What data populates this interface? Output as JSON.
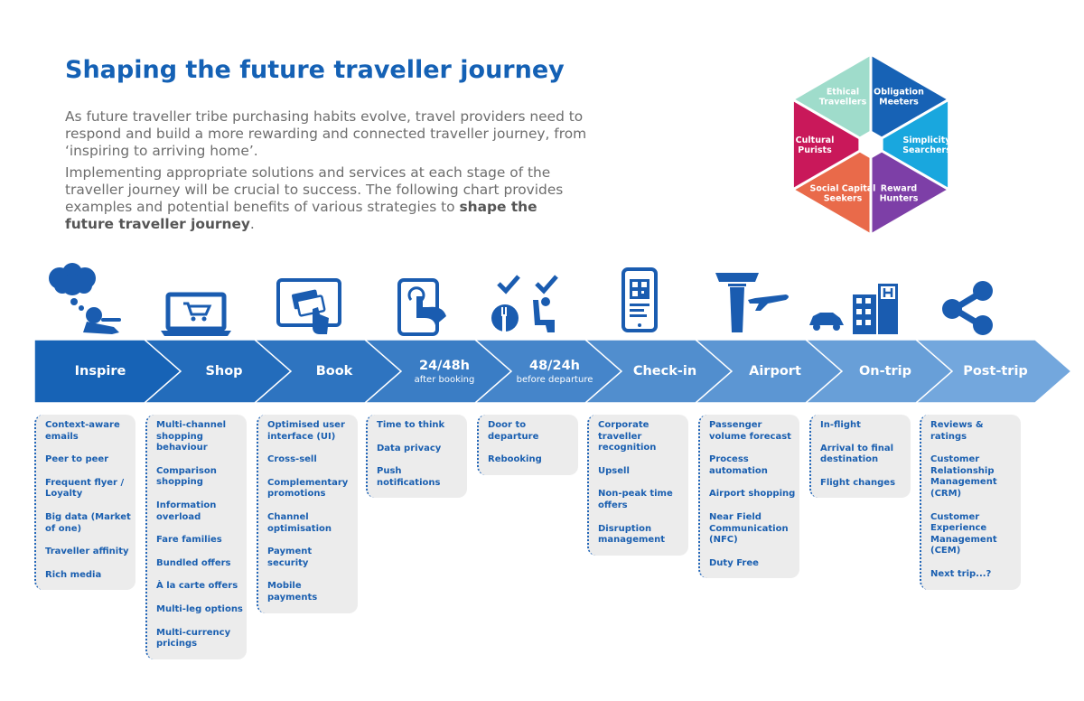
{
  "title": "Shaping the future traveller journey",
  "intro": {
    "paragraph1": "As future traveller tribe purchasing habits evolve, travel providers need to respond and build a more rewarding and connected traveller journey, from ‘inspiring to arriving home’.",
    "paragraph2_lead": "Implementing appropriate solutions and services at each stage of the traveller journey will be crucial to success. The following chart provides examples and potential benefits of various strategies to ",
    "paragraph2_bold": "shape the future traveller journey",
    "paragraph2_end": "."
  },
  "tribes": [
    {
      "line1": "Obligation",
      "line2": "Meeters",
      "color": "#1762b5"
    },
    {
      "line1": "Simplicity",
      "line2": "Searchers",
      "color": "#19a7de"
    },
    {
      "line1": "Reward",
      "line2": "Hunters",
      "color": "#7d3fa7"
    },
    {
      "line1": "Social Capital",
      "line2": "Seekers",
      "color": "#e96a4a"
    },
    {
      "line1": "Cultural",
      "line2": "Purists",
      "color": "#c9185a"
    },
    {
      "line1": "Ethical",
      "line2": "Travellers",
      "color": "#9fdccb"
    }
  ],
  "colors": {
    "title": "#1461b5",
    "stage_dark": "#1763b6",
    "stage_light": "#73a7dd",
    "icon": "#1a5cb0",
    "card_bg": "#ececec",
    "card_text": "#1a5fb0"
  },
  "stages": [
    {
      "label": "Inspire",
      "sub": "",
      "icon": "thought-bubble-icon",
      "items": [
        "Context-aware emails",
        "Peer to peer",
        "Frequent flyer / Loyalty",
        "Big data (Market of one)",
        "Traveller affinity",
        "Rich media"
      ]
    },
    {
      "label": "Shop",
      "sub": "",
      "icon": "laptop-cart-icon",
      "items": [
        "Multi-channel shopping behaviour",
        "Comparison shopping",
        "Information overload",
        "Fare families",
        "Bundled offers",
        "À la carte offers",
        "Multi-leg options",
        "Multi-currency pricings"
      ]
    },
    {
      "label": "Book",
      "sub": "",
      "icon": "tablet-card-icon",
      "items": [
        "Optimised user interface (UI)",
        "Cross-sell",
        "Complementary promotions",
        "Channel optimisation",
        "Payment security",
        "Mobile payments"
      ]
    },
    {
      "label": "24/48h",
      "sub": "after booking",
      "icon": "tablet-touch-icon",
      "items": [
        "Time to think",
        "Data privacy",
        "Push notifications"
      ]
    },
    {
      "label": "48/24h",
      "sub": "before departure",
      "icon": "meal-seat-check-icon",
      "items": [
        "Door to departure",
        "Rebooking"
      ]
    },
    {
      "label": "Check-in",
      "sub": "",
      "icon": "mobile-qr-icon",
      "items": [
        "Corporate traveller recognition",
        "Upsell",
        "Non-peak time offers",
        "Disruption management"
      ]
    },
    {
      "label": "Airport",
      "sub": "",
      "icon": "control-tower-plane-icon",
      "items": [
        "Passenger volume forecast",
        "Process automation",
        "Airport shopping",
        "Near Field Communication (NFC)",
        "Duty Free"
      ]
    },
    {
      "label": "On-trip",
      "sub": "",
      "icon": "car-hotel-icon",
      "items": [
        "In-flight",
        "Arrival to final destination",
        "Flight changes"
      ]
    },
    {
      "label": "Post-trip",
      "sub": "",
      "icon": "share-icon",
      "items": [
        "Reviews & ratings",
        "Customer Relationship Management (CRM)",
        "Customer Experience Management (CEM)",
        "Next trip...?"
      ]
    }
  ]
}
